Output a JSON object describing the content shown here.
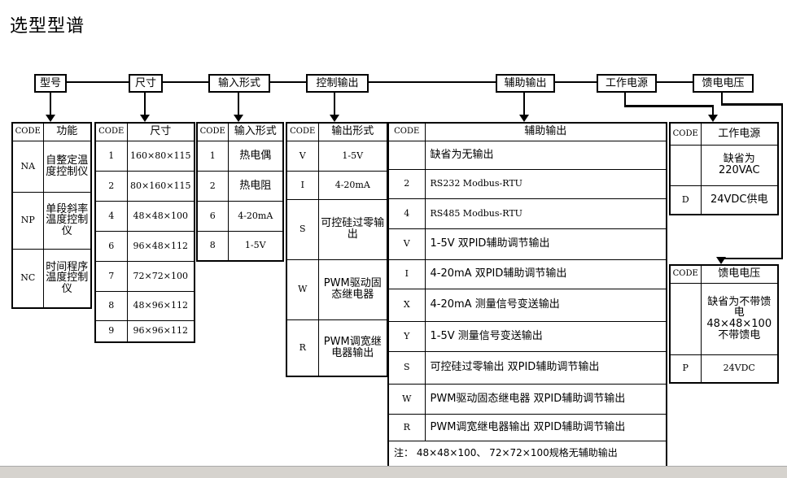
{
  "title": "选型型谱",
  "flow": [
    "型号",
    "尺寸",
    "输入形式",
    "控制输出",
    "辅助输出",
    "工作电源",
    "馈电电压"
  ],
  "tables": {
    "model": {
      "header": [
        "CODE",
        "功能"
      ],
      "rows": [
        [
          "NA",
          "自整定温度控制仪"
        ],
        [
          "NP",
          "单段斜率温度控制仪"
        ],
        [
          "NC",
          "时间程序温度控制仪"
        ]
      ]
    },
    "size": {
      "header": [
        "CODE",
        "尺寸"
      ],
      "rows": [
        [
          "1",
          "160×80×115"
        ],
        [
          "2",
          "80×160×115"
        ],
        [
          "4",
          "48×48×100"
        ],
        [
          "6",
          "96×48×112"
        ],
        [
          "7",
          "72×72×100"
        ],
        [
          "8",
          "48×96×112"
        ],
        [
          "9",
          "96×96×112"
        ]
      ]
    },
    "input": {
      "header": [
        "CODE",
        "输入形式"
      ],
      "rows": [
        [
          "1",
          "热电偶"
        ],
        [
          "2",
          "热电阻"
        ],
        [
          "6",
          "4-20mA"
        ],
        [
          "8",
          "1-5V"
        ]
      ]
    },
    "control": {
      "header": [
        "CODE",
        "输出形式"
      ],
      "rows": [
        [
          "V",
          "1-5V"
        ],
        [
          "I",
          "4-20mA"
        ],
        [
          "S",
          "可控硅过零输出"
        ],
        [
          "W",
          "PWM驱动固态继电器"
        ],
        [
          "R",
          "PWM调宽继电器输出"
        ]
      ]
    },
    "aux": {
      "header": [
        "CODE",
        "辅助输出"
      ],
      "rows": [
        [
          "",
          "缺省为无输出"
        ],
        [
          "2",
          "RS232  Modbus-RTU"
        ],
        [
          "4",
          "RS485  Modbus-RTU"
        ],
        [
          "V",
          "1-5V 双PID辅助调节输出"
        ],
        [
          "I",
          "4-20mA 双PID辅助调节输出"
        ],
        [
          "X",
          "4-20mA 测量信号变送输出"
        ],
        [
          "Y",
          "1-5V 测量信号变送输出"
        ],
        [
          "S",
          "可控硅过零输出  双PID辅助调节输出"
        ],
        [
          "W",
          "PWM驱动固态继电器  双PID辅助调节输出"
        ],
        [
          "R",
          "PWM调宽继电器输出   双PID辅助调节输出"
        ]
      ],
      "note": "注：  48×48×100、 72×72×100规格无辅助输出"
    },
    "power": {
      "header": [
        "CODE",
        "工作电源"
      ],
      "rows": [
        [
          "",
          "缺省为220VAC"
        ],
        [
          "D",
          "24VDC供电"
        ]
      ]
    },
    "feed": {
      "header": [
        "CODE",
        "馈电电压"
      ],
      "rows": [
        [
          "",
          "缺省为不带馈电 48×48×100不带馈电"
        ],
        [
          "P",
          "24VDC"
        ]
      ]
    }
  }
}
